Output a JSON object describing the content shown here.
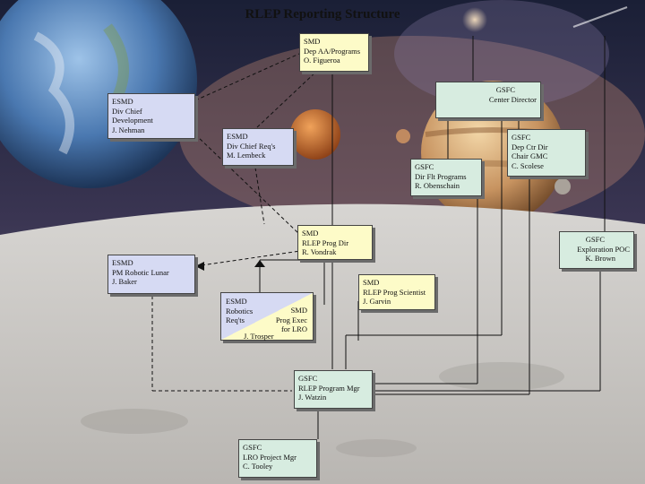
{
  "title": "RLEP Reporting Structure",
  "boxes": {
    "smd_dep": [
      "SMD",
      "Dep AA/Programs",
      "O. Figueroa"
    ],
    "gsfc_director": [
      "GSFC",
      "Center Director"
    ],
    "esmd_div_chief": [
      "ESMD",
      "Div Chief",
      "Development",
      "J. Nehman"
    ],
    "esmd_reqs_chief": [
      "ESMD",
      "Div Chief Req's",
      "M. Lembeck"
    ],
    "gsfc_dep_dir": [
      "GSFC",
      "Dep Ctr Dir",
      "Chair GMC",
      "C. Scolese"
    ],
    "gsfc_flt_programs": [
      "GSFC",
      "Dir Flt Programs",
      "R. Obenschain"
    ],
    "smd_rlep_prog_dir": [
      "SMD",
      "RLEP Prog Dir",
      "R. Vondrak"
    ],
    "gsfc_exploration_poc": [
      "GSFC",
      "Exploration POC",
      "K. Brown"
    ],
    "esmd_pm_robotic": [
      "ESMD",
      "PM Robotic Lunar",
      "J. Baker"
    ],
    "smd_prog_scientist": [
      "SMD",
      "RLEP Prog Scientist",
      "J. Garvin"
    ],
    "esmd_robotics_left": [
      "ESMD",
      "Robotics",
      "Req'ts"
    ],
    "smd_prog_exec_right": [
      "SMD",
      "Prog Exec",
      "for LRO"
    ],
    "gsfc_rlep_mgr": [
      "GSFC",
      "RLEP Program Mgr",
      "J. Watzin"
    ],
    "gsfc_lro_mgr": [
      "GSFC",
      "LRO Project Mgr",
      "C. Tooley"
    ]
  },
  "notes": {
    "trosper": "J. Trosper"
  }
}
